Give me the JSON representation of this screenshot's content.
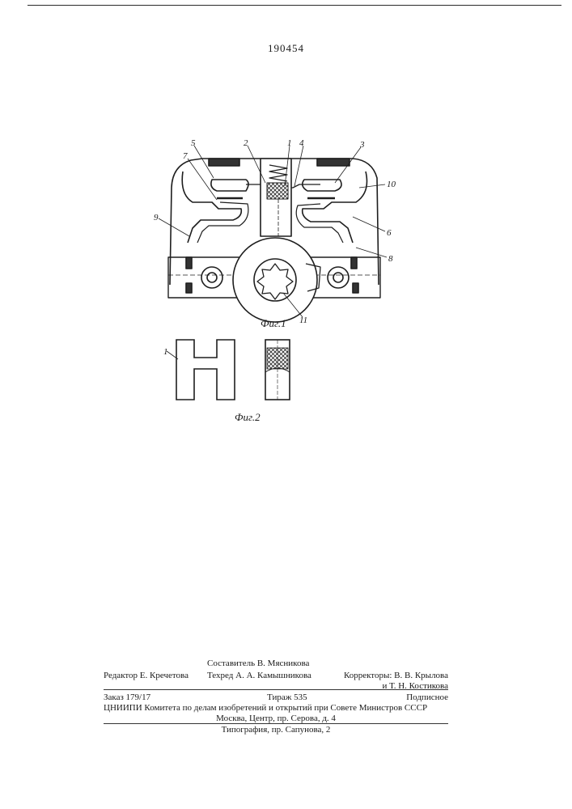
{
  "patent_number": "190454",
  "figure1": {
    "caption": "Фиг.1",
    "labels": {
      "l1": "1",
      "l2": "2",
      "l3": "3",
      "l4": "4",
      "l5": "5",
      "l6": "6",
      "l7": "7",
      "l8": "8",
      "l9": "9",
      "l10": "10",
      "l11": "11"
    }
  },
  "figure2": {
    "caption": "Фиг.2",
    "label": "1"
  },
  "colophon": {
    "compiler": "Составитель В. Мясникова",
    "editor": "Редактор Е. Кречетова",
    "techred": "Техред А. А. Камышникова",
    "correctors_1": "Корректоры: В. В. Крылова",
    "correctors_2": "и Т. Н. Костикова",
    "order": "Заказ 179/17",
    "circulation": "Тираж 535",
    "subscription": "Подписное",
    "institute": "ЦНИИПИ Комитета по делам изобретений и открытий при Совете Министров СССР",
    "address": "Москва, Центр, пр. Серова, д. 4",
    "printing": "Типография, пр. Сапунова, 2"
  }
}
